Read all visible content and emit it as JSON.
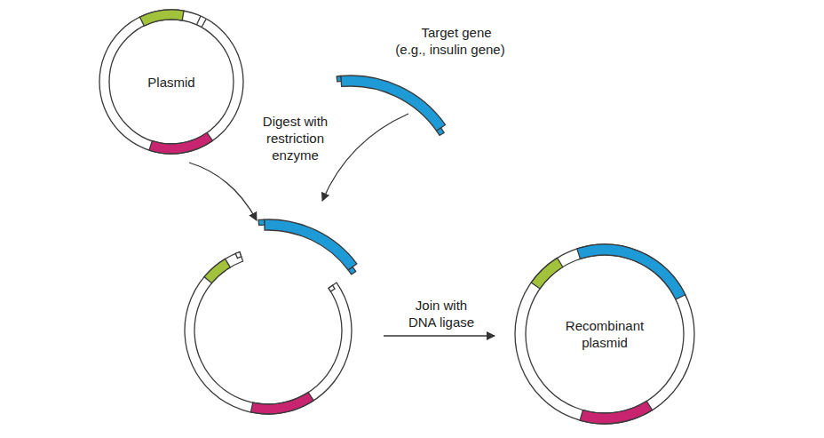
{
  "diagram": {
    "nodes": [
      {
        "text": [
          "Plasmid"
        ]
      },
      {
        "text": [
          "Recombinant plasmid"
        ]
      }
    ],
    "labels": [
      "Target gene (e.g., insulin gene)",
      "Digest with restriction enzyme",
      "Join with DNA ligase"
    ]
  }
}
